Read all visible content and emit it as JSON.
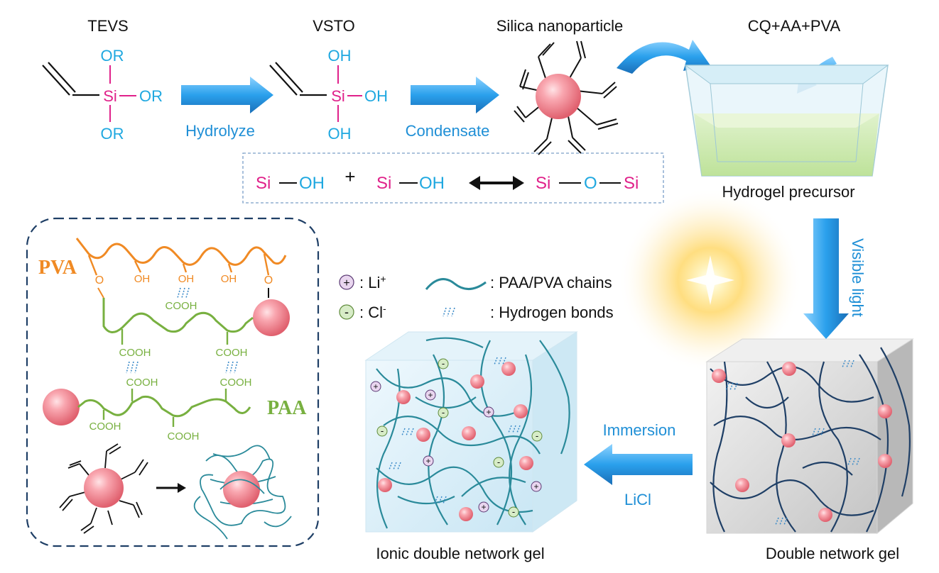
{
  "colors": {
    "blue_text": "#1f8fd6",
    "magenta": "#e0218a",
    "orange": "#f08a24",
    "green": "#78b040",
    "chain": "#2a8a9a",
    "dark_chain": "#1f3f66",
    "sphere": "#f28a94",
    "arrow_blue": "#2f9fe0"
  },
  "top": {
    "tevs_label": "TEVS",
    "vsto_label": "VSTO",
    "silica_label": "Silica nanoparticle",
    "precursor_reagents": "CQ+AA+PVA",
    "tevs": {
      "si": "Si",
      "or_top": "OR",
      "or_right": "OR",
      "or_bottom": "OR"
    },
    "vsto": {
      "si": "Si",
      "oh_top": "OH",
      "oh_right": "OH",
      "oh_bottom": "OH"
    },
    "hydrolyze": "Hydrolyze",
    "condensate": "Condensate",
    "hydrogel_precursor": "Hydrogel precursor"
  },
  "reaction": {
    "si1": "Si",
    "oh1": "OH",
    "plus": "+",
    "si2": "Si",
    "oh2": "OH",
    "si3": "Si",
    "o": "O",
    "si4": "Si"
  },
  "legend": {
    "li_symbol": "+",
    "li_label": ": Li",
    "li_charge": "+",
    "cl_symbol": "-",
    "cl_label": ": Cl",
    "cl_charge": "-",
    "chains_label": ": PAA/PVA chains",
    "hbonds_label": ": Hydrogen bonds"
  },
  "visible_light": "Visible light",
  "immersion": "Immersion",
  "licl": "LiCl",
  "ionic_gel_label": "Ionic double network gel",
  "double_gel_label": "Double network gel",
  "inset": {
    "pva": "PVA",
    "paa": "PAA",
    "o_left": "O",
    "o_right": "O",
    "oh": "OH",
    "cooh": "COOH"
  }
}
